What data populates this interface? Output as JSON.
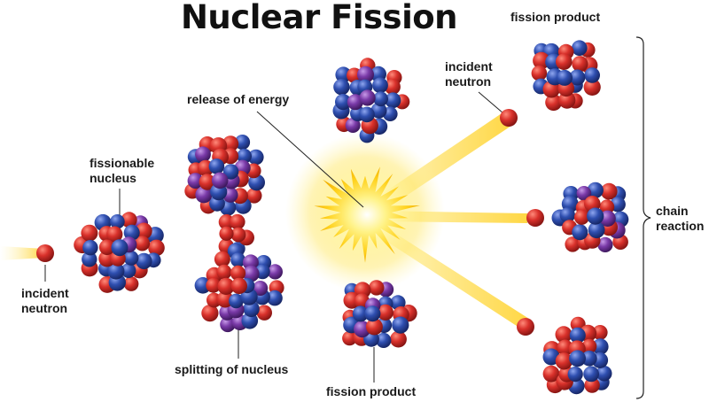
{
  "title": "Nuclear Fission",
  "labels": {
    "incident_neutron_left": [
      "incident",
      "neutron"
    ],
    "fissionable_nucleus": [
      "fissionable",
      "nucleus"
    ],
    "splitting_of_nucleus": "splitting of nucleus",
    "release_of_energy": "release of energy",
    "fission_product_bottom": "fission product",
    "fission_product_top": "fission product",
    "incident_neutron_right": [
      "incident",
      "neutron"
    ],
    "chain_reaction": [
      "chain",
      "reaction"
    ]
  },
  "colors": {
    "proton": "#d9312b",
    "neutron": "#2f4fb0",
    "purple": "#7a3aa8",
    "energy": "#ffe14a",
    "text": "#1a1a1a"
  }
}
